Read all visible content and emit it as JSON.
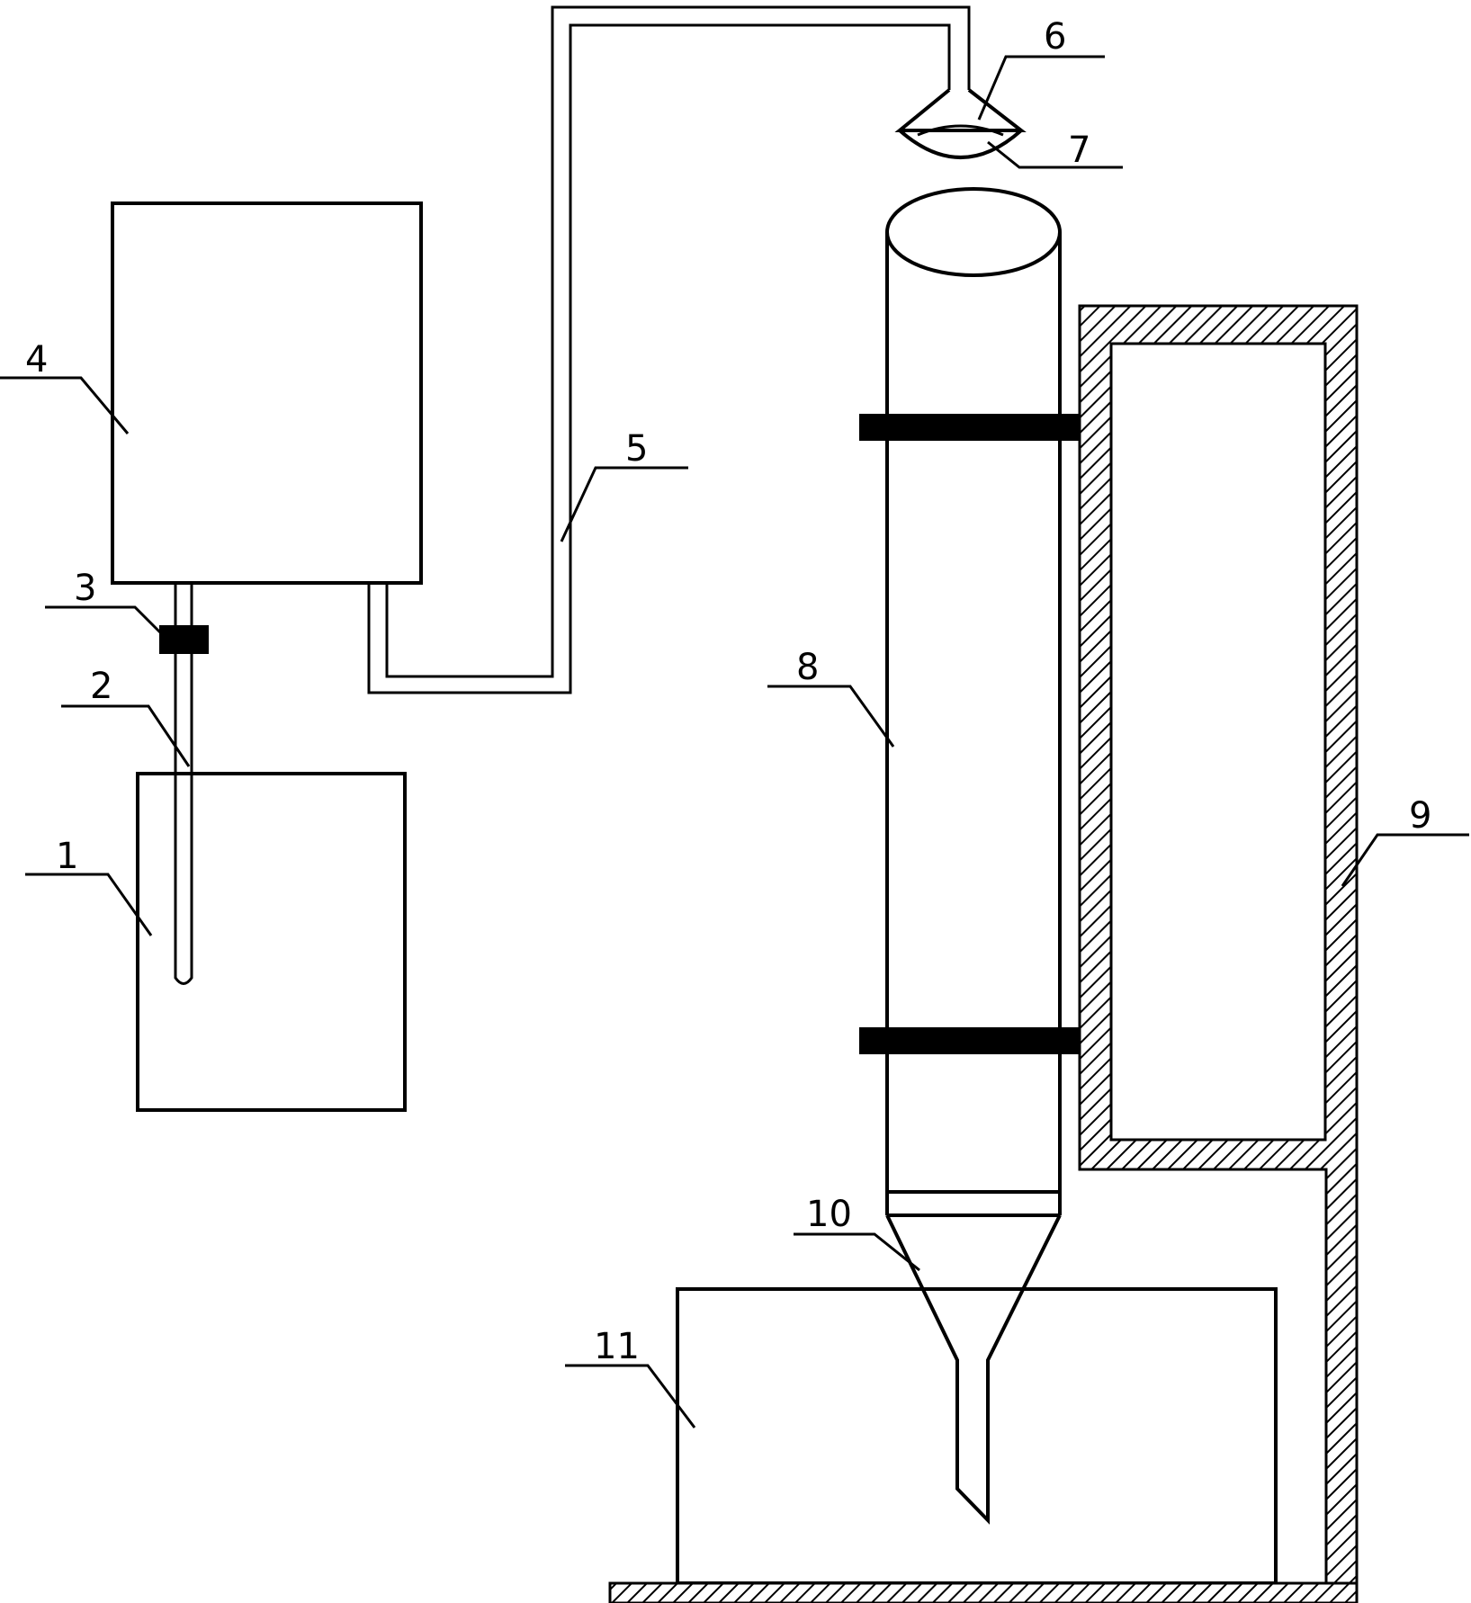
{
  "labels": {
    "l1": "1",
    "l2": "2",
    "l3": "3",
    "l4": "4",
    "l5": "5",
    "l6": "6",
    "l7": "7",
    "l8": "8",
    "l9": "9",
    "l10": "10",
    "l11": "11"
  },
  "colors": {
    "line": "#000000",
    "background": "#ffffff",
    "hatch": "#000000"
  }
}
